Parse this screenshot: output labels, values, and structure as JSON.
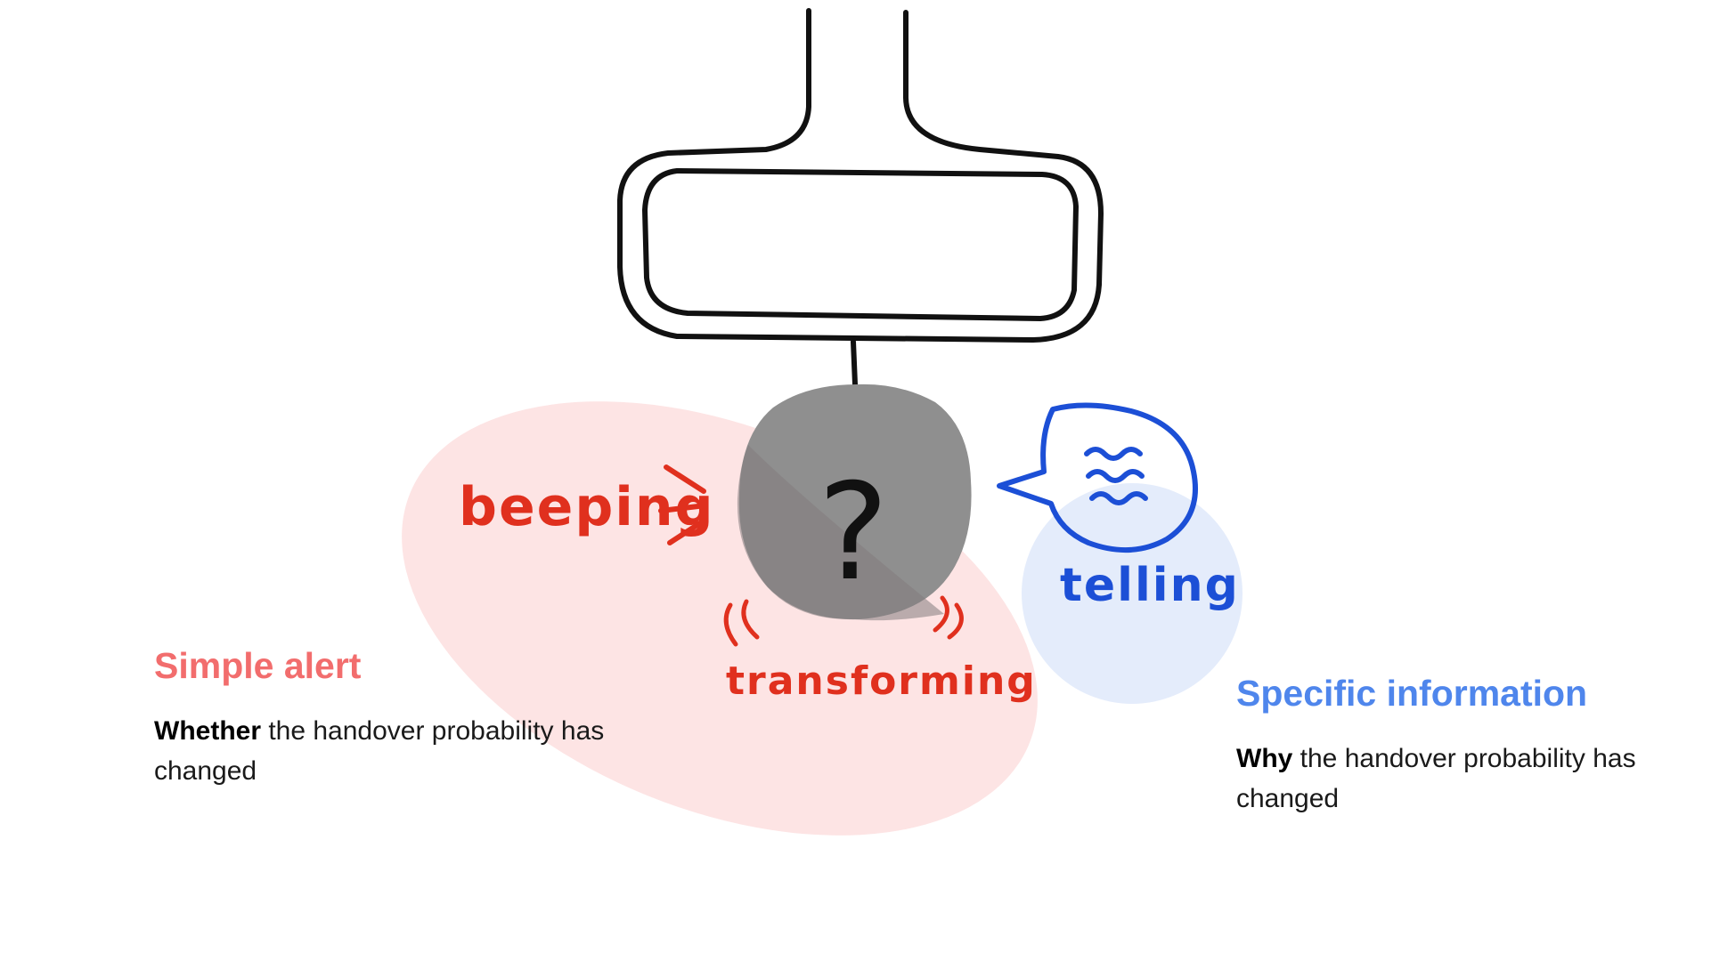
{
  "diagram": {
    "question_mark": "?",
    "labels": {
      "beeping": "beeping",
      "transforming": "transforming",
      "telling": "telling"
    }
  },
  "left_caption": {
    "title": "Simple alert",
    "emphasis": "Whether",
    "text": " the handover probability has changed"
  },
  "right_caption": {
    "title": "Specific information",
    "emphasis": "Why",
    "text": " the handover probability has changed"
  },
  "colors": {
    "alert_red": "#f26d6d",
    "alert_fill": "#fde4e4",
    "ink_red": "#e0301e",
    "info_blue": "#4f86ec",
    "info_fill": "#e4ecfb",
    "ink_blue": "#1c4fd6",
    "device_gray": "#8f8f8f"
  }
}
